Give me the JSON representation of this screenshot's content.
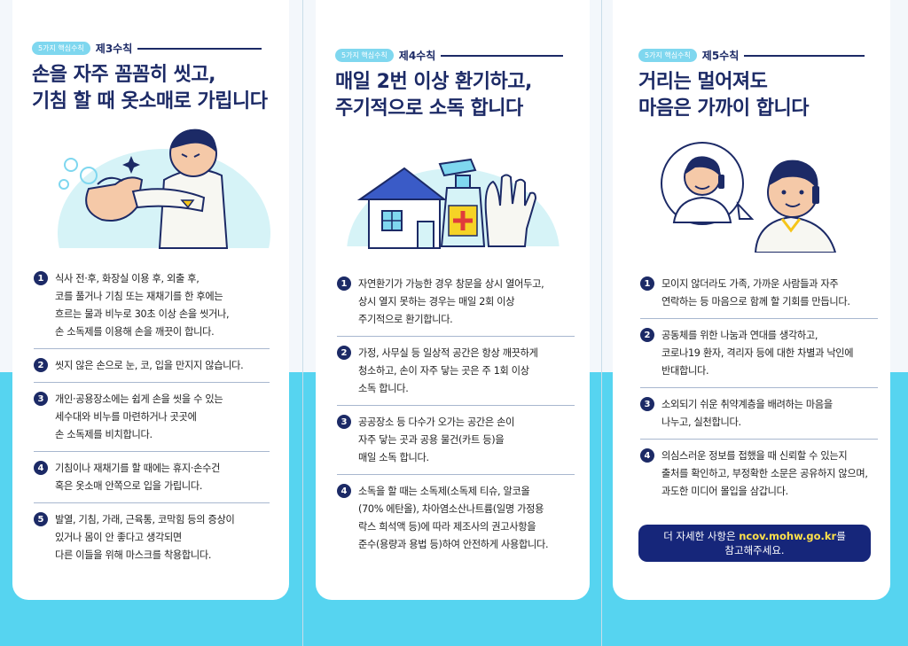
{
  "panels": [
    {
      "badge": "5가지 핵심수칙",
      "rule": "제3수칙",
      "title": [
        "손을 자주 꼼꼼히 씻고,",
        "기침 할 때 옷소매로 가립니다"
      ],
      "items": [
        {
          "num": "1",
          "lines": [
            "식사 전·후, 화장실 이용 후, 외출 후,",
            "코를 풀거나 기침 또는 재채기를 한 후에는",
            "흐르는 물과 비누로 30초 이상 손을 씻거나,",
            "손 소독제를 이용해 손을 깨끗이 합니다."
          ]
        },
        {
          "num": "2",
          "lines": [
            "씻지 않은 손으로 눈, 코, 입을 만지지 않습니다."
          ]
        },
        {
          "num": "3",
          "lines": [
            "개인·공용장소에는 쉽게 손을 씻을 수 있는",
            "세수대와 비누를 마련하거나 곳곳에",
            "손 소독제를 비치합니다."
          ]
        },
        {
          "num": "4",
          "lines": [
            "기침이나 재채기를 할 때에는 휴지·손수건",
            "혹은 옷소매 안쪽으로 입을 가립니다."
          ]
        },
        {
          "num": "5",
          "lines": [
            "발열, 기침, 가래, 근육통, 코막힘 등의 증상이",
            "있거나 몸이 안 좋다고 생각되면",
            "다른 이들을 위해 마스크를 착용합니다."
          ]
        }
      ]
    },
    {
      "badge": "5가지 핵심수칙",
      "rule": "제4수칙",
      "title": [
        "매일 2번 이상 환기하고,",
        "주기적으로 소독 합니다"
      ],
      "items": [
        {
          "num": "1",
          "lines": [
            "자연환기가 가능한 경우 창문을 상시 열어두고,",
            "상시 열지 못하는 경우는 매일 2회 이상",
            "주기적으로 환기합니다."
          ]
        },
        {
          "num": "2",
          "lines": [
            "가정, 사무실 등 일상적 공간은 항상 깨끗하게",
            "청소하고, 손이 자주 닿는 곳은 주 1회 이상",
            "소독 합니다."
          ]
        },
        {
          "num": "3",
          "lines": [
            "공공장소 등 다수가 오가는 공간은 손이",
            "자주 닿는 곳과 공용 물건(카트 등)을",
            "매일 소독 합니다."
          ]
        },
        {
          "num": "4",
          "lines": [
            "소독을 할 때는 소독제(소독제 티슈, 알코올",
            "(70% 에탄올), 차아염소산나트륨(일명 가정용",
            "락스 희석액 등)에 따라 제조사의 권고사항을",
            "준수(용량과 용법 등)하여 안전하게 사용합니다."
          ]
        }
      ]
    },
    {
      "badge": "5가지 핵심수칙",
      "rule": "제5수칙",
      "title": [
        "거리는 멀어져도",
        "마음은 가까이 합니다"
      ],
      "items": [
        {
          "num": "1",
          "lines": [
            "모이지 않더라도 가족, 가까운 사람들과 자주",
            "연락하는 등 마음으로 함께 할 기회를 만듭니다."
          ]
        },
        {
          "num": "2",
          "lines": [
            "공동체를 위한 나눔과 연대를 생각하고,",
            "코로나19 환자, 격리자 등에 대한 차별과 낙인에",
            "반대합니다."
          ]
        },
        {
          "num": "3",
          "lines": [
            "소외되기 쉬운 취약계층을 배려하는 마음을",
            "나누고, 실천합니다."
          ]
        },
        {
          "num": "4",
          "lines": [
            "의심스러운 정보를 접했을 때 신뢰할 수 있는지",
            "출처를 확인하고, 부정확한 소문은 공유하지 않으며,",
            "과도한 미디어 몰입을 삼갑니다."
          ]
        }
      ]
    }
  ],
  "info": {
    "prefix": "더 자세한 사항은 ",
    "url": "ncov.mohw.go.kr",
    "suffix": "를",
    "line2": "참고해주세요."
  },
  "icons": {
    "panel1": "hand-washing-cough-illustration",
    "panel2": "house-spray-gloves-illustration",
    "panel3": "phone-call-illustration"
  },
  "colors": {
    "navy": "#1c2a66",
    "sky": "#56d4f0",
    "badge": "#7fd7ef",
    "url": "#ffe14a"
  }
}
